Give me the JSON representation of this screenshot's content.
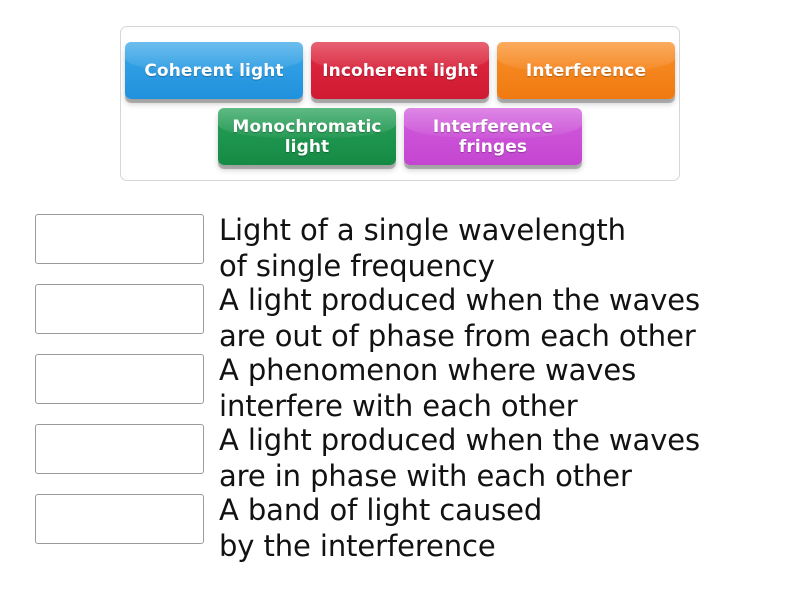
{
  "tray": {
    "tiles": [
      {
        "label": "Coherent light",
        "color": "#2091dd",
        "style": "tile-blue"
      },
      {
        "label": "Incoherent\nlight",
        "color": "#cf1a32",
        "style": "tile-red"
      },
      {
        "label": "Interference",
        "color": "#ef7a11",
        "style": "tile-orange"
      },
      {
        "label": "Monochromatic\nlight",
        "color": "#158a44",
        "style": "tile-green"
      },
      {
        "label": "Interference\nfringes",
        "color": "#c445d1",
        "style": "tile-magenta"
      }
    ]
  },
  "matches": {
    "rows": [
      {
        "answer": "",
        "definition": "Light of a single wavelength\nof single frequency"
      },
      {
        "answer": "",
        "definition": "A light produced when the waves\nare out of phase from each other"
      },
      {
        "answer": "",
        "definition": "A phenomenon where waves\ninterfere with each other"
      },
      {
        "answer": "",
        "definition": "A light produced when the waves\nare in phase with each other"
      },
      {
        "answer": "",
        "definition": "A band of light caused\nby the interference"
      }
    ]
  }
}
